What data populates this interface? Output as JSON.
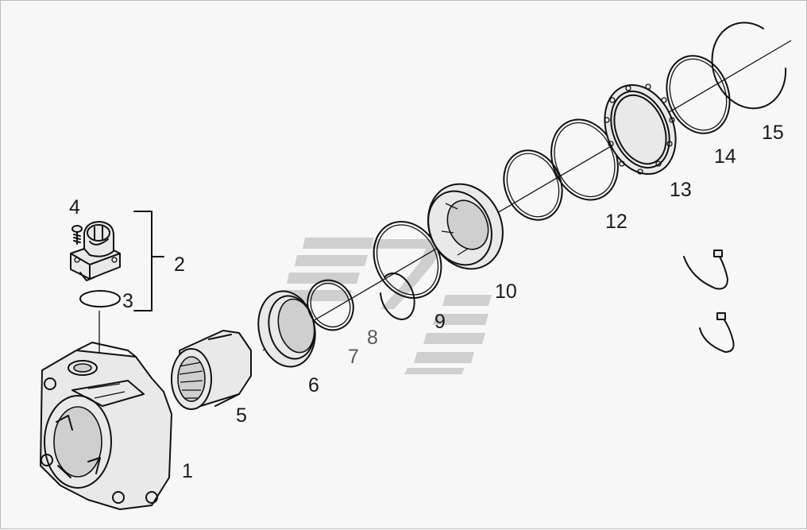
{
  "diagram": {
    "callouts": [
      "1",
      "2",
      "3",
      "4",
      "5",
      "6",
      "7",
      "8",
      "9",
      "10",
      "12",
      "13",
      "14",
      "15"
    ]
  },
  "colors": {
    "background": "#f7f7f7",
    "line": "#111111",
    "part_fill": "#e9e9e9",
    "watermark": "#c9c9c9"
  }
}
